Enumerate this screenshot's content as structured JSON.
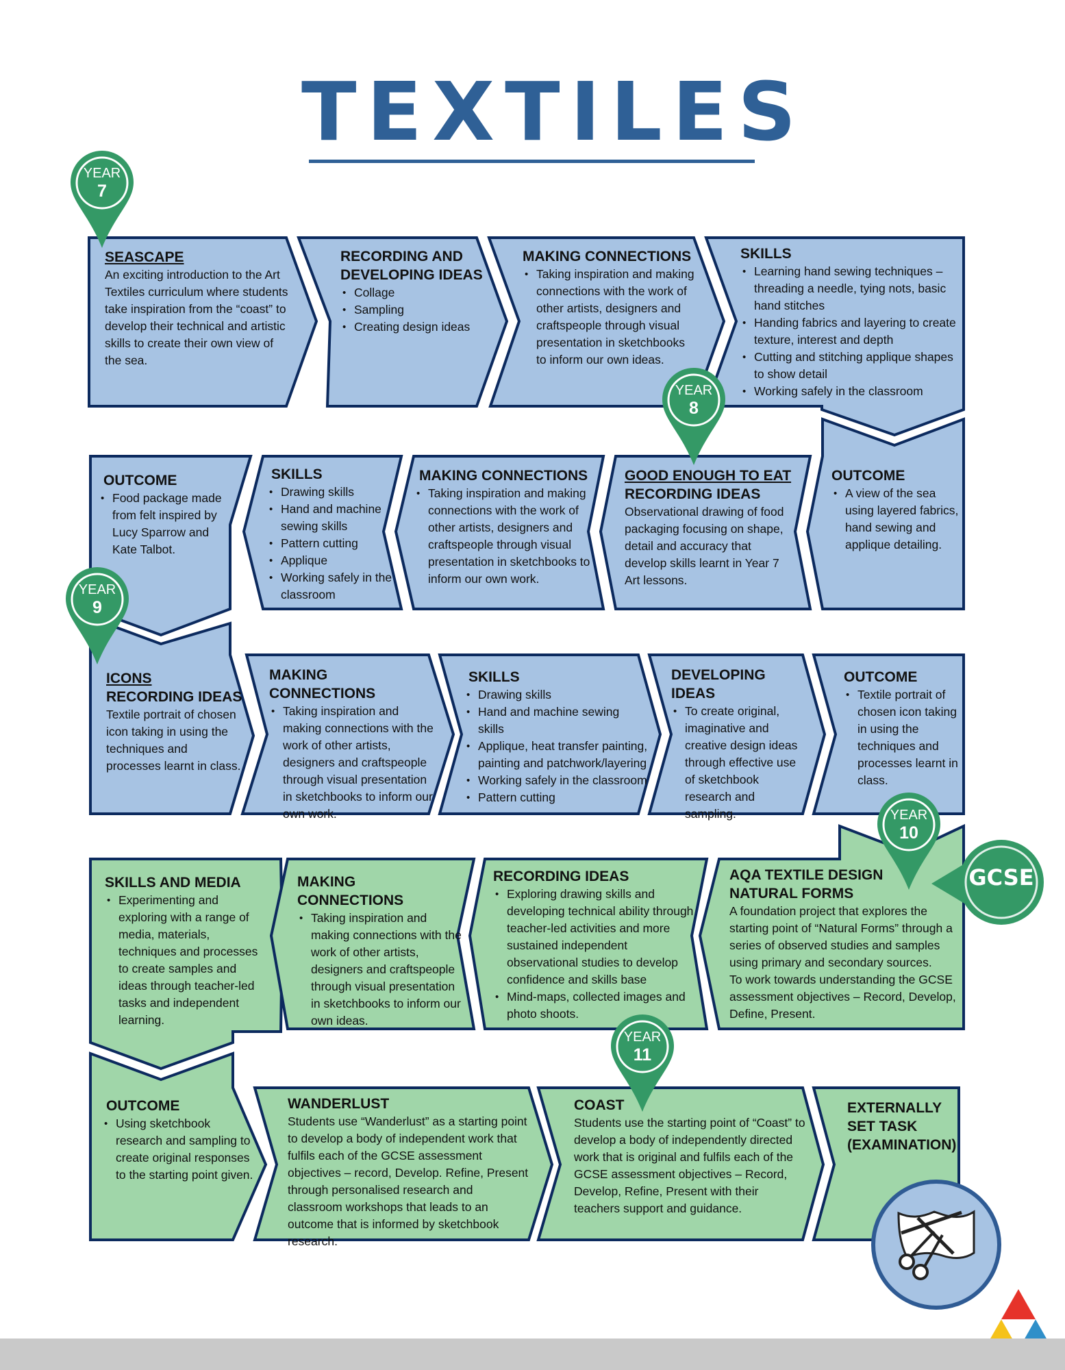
{
  "title": "TEXTILES",
  "colors": {
    "blue_fill": "#a7c3e3",
    "green_fill": "#a0d6a9",
    "outline": "#0c2a5e",
    "pin_green": "#349966",
    "title_blue": "#2f6096"
  },
  "pins": {
    "y7": {
      "label": "YEAR",
      "number": "7"
    },
    "y8": {
      "label": "YEAR",
      "number": "8"
    },
    "y9": {
      "label": "YEAR",
      "number": "9"
    },
    "y10": {
      "label": "YEAR",
      "number": "10"
    },
    "y11": {
      "label": "YEAR",
      "number": "11"
    },
    "gcse": "GCSE"
  },
  "row1": [
    {
      "title": "SEASCAPE",
      "text": "An exciting introduction to the Art Textiles curriculum where students take inspiration from the “coast” to develop their technical and artistic skills to create their own view of the sea."
    },
    {
      "title1": "RECORDING AND",
      "title2": "DEVELOPING IDEAS",
      "items": [
        "Collage",
        "Sampling",
        "Creating design ideas"
      ]
    },
    {
      "title": "MAKING CONNECTIONS",
      "items": [
        "Taking inspiration and making connections with the work of other artists, designers and craftspeople through visual presentation in sketchbooks to inform our own ideas."
      ]
    },
    {
      "title": "SKILLS",
      "items": [
        "Learning hand sewing techniques – threading a needle, tying nots, basic hand stitches",
        "Handing fabrics and layering to create texture, interest and depth",
        "Cutting and stitching applique shapes to show detail",
        "Working safely in the classroom"
      ]
    }
  ],
  "row2": [
    {
      "title": "OUTCOME",
      "items": [
        "Food package made from felt inspired by Lucy Sparrow and Kate Talbot."
      ]
    },
    {
      "title": "SKILLS",
      "items": [
        "Drawing skills",
        "Hand and machine sewing skills",
        "Pattern cutting",
        "Applique",
        "Working safely in the classroom"
      ]
    },
    {
      "title": "MAKING CONNECTIONS",
      "items": [
        "Taking inspiration and making connections with the work of other artists, designers and craftspeople through visual presentation in sketchbooks to inform our own work."
      ]
    },
    {
      "title1": "GOOD ENOUGH TO EAT",
      "title2": "RECORDING IDEAS",
      "text": "Observational drawing of food packaging focusing on shape, detail and accuracy that develop skills learnt in Year 7 Art lessons."
    },
    {
      "title": "OUTCOME",
      "items": [
        "A view of the sea using layered fabrics, hand sewing and applique detailing."
      ]
    }
  ],
  "row3": [
    {
      "title1": "ICONS",
      "title2": "RECORDING IDEAS",
      "text": "Textile portrait of chosen icon taking in using the techniques and processes learnt in class."
    },
    {
      "title": "MAKING CONNECTIONS",
      "items": [
        "Taking inspiration and making connections with the work of other artists, designers and craftspeople through visual presentation in sketchbooks to inform our own work."
      ]
    },
    {
      "title": "SKILLS",
      "items": [
        "Drawing skills",
        "Hand and machine sewing skills",
        "Applique, heat transfer painting, painting and patchwork/layering",
        "Working safely in the classroom",
        "Pattern cutting"
      ]
    },
    {
      "title": "DEVELOPING IDEAS",
      "items": [
        "To create original, imaginative and creative design ideas through effective use of sketchbook research and sampling."
      ]
    },
    {
      "title": "OUTCOME",
      "items": [
        "Textile portrait of chosen icon taking in using the techniques and processes learnt in class."
      ]
    }
  ],
  "row4": [
    {
      "title": "SKILLS AND MEDIA",
      "items": [
        "Experimenting and exploring with a range of media, materials, techniques and processes to create samples and ideas through teacher-led tasks and independent learning."
      ]
    },
    {
      "title": "MAKING CONNECTIONS",
      "items": [
        "Taking inspiration and making connections with the work of other artists, designers and craftspeople through visual presentation in sketchbooks to inform our own ideas."
      ]
    },
    {
      "title": "RECORDING IDEAS",
      "items": [
        "Exploring drawing skills and developing technical ability through teacher-led activities and more sustained independent observational studies to develop confidence and skills base",
        "Mind-maps, collected images and photo shoots."
      ]
    },
    {
      "title1": "AQA TEXTILE DESIGN",
      "title2": "NATURAL FORMS",
      "text": "A foundation project that explores the starting point of “Natural Forms” through a series of observed studies and samples using primary and secondary sources.",
      "text2": "To work towards understanding the GCSE assessment objectives – Record, Develop, Define, Present."
    }
  ],
  "row5": [
    {
      "title": "OUTCOME",
      "items": [
        "Using sketchbook research and sampling to create original responses to the starting point given."
      ]
    },
    {
      "title": "WANDERLUST",
      "text": "Students use “Wanderlust” as a starting point to develop a body of independent work that fulfils each of the GCSE assessment objectives – record, Develop. Refine, Present through personalised research and classroom workshops that leads to an outcome that is informed by sketchbook research."
    },
    {
      "title": "COAST",
      "text": "Students use the starting point of “Coast” to develop a body of independently directed work that is original and fulfils each of the GCSE assessment objectives – Record, Develop, Refine, Present with their teachers support and guidance."
    },
    {
      "title1": "EXTERNALLY",
      "title2": "SET TASK",
      "title3": "(EXAMINATION)"
    }
  ],
  "icons": {
    "scissors": "scissors-fabric-icon",
    "logo": "tri-colour-triangle-logo"
  }
}
